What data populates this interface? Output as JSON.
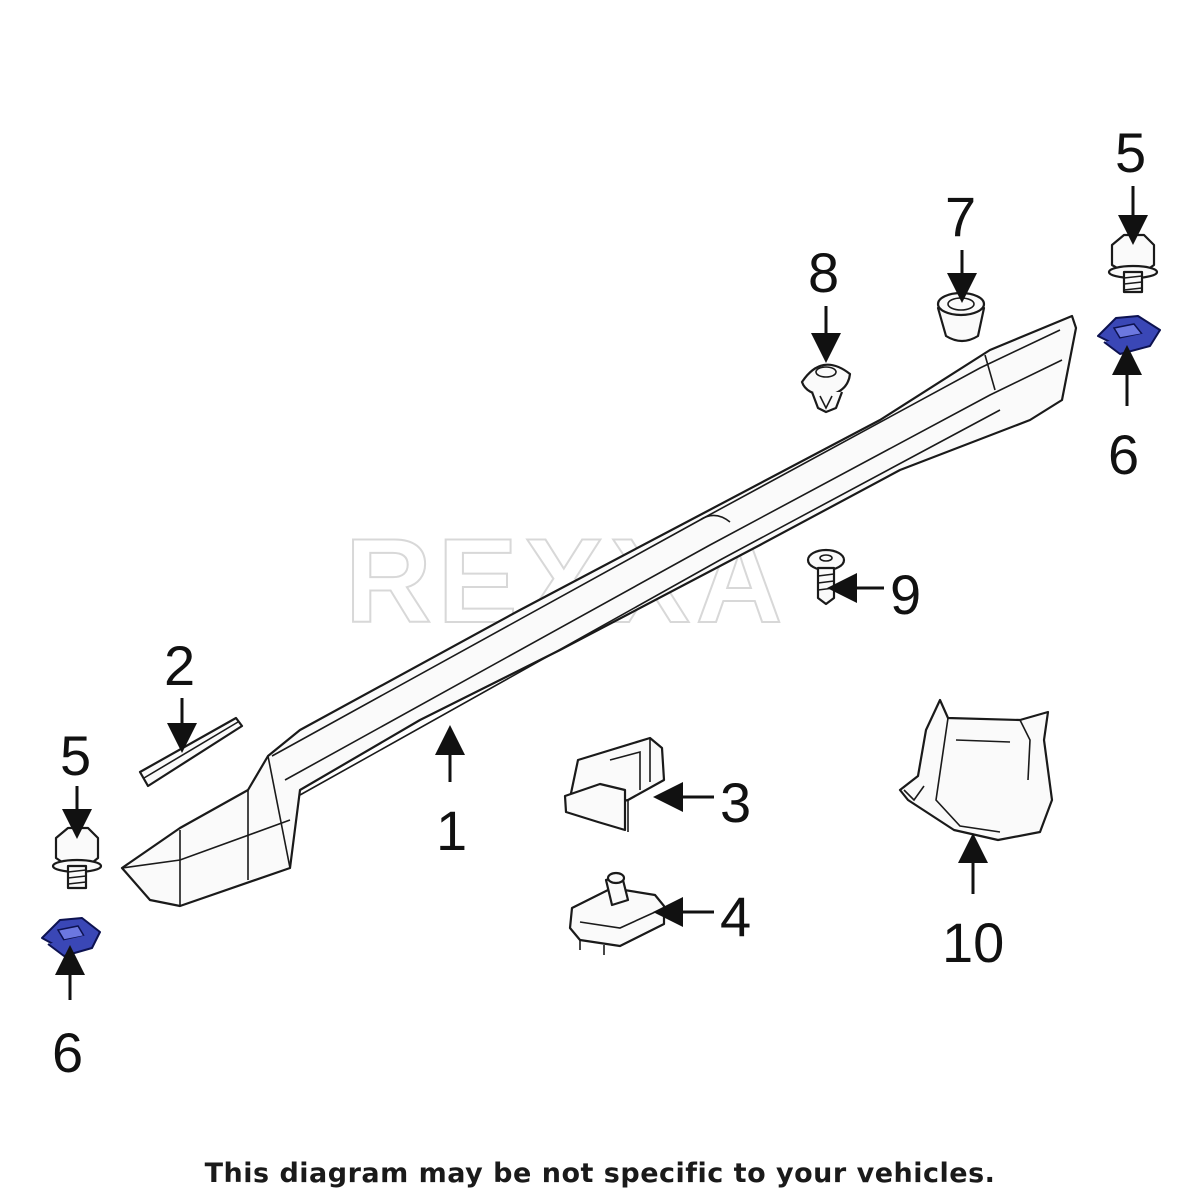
{
  "watermark": "REXXA",
  "callouts": {
    "c1": "1",
    "c2": "2",
    "c3": "3",
    "c4": "4",
    "c5_left": "5",
    "c5_right": "5",
    "c6_left": "6",
    "c6_right": "6",
    "c7": "7",
    "c8": "8",
    "c9": "9",
    "c10": "10"
  },
  "disclaimer": "This diagram may be not specific to your vehicles.",
  "colors": {
    "clip_nut": "#3a47b6",
    "line": "#1a1a1a",
    "background": "#ffffff"
  }
}
